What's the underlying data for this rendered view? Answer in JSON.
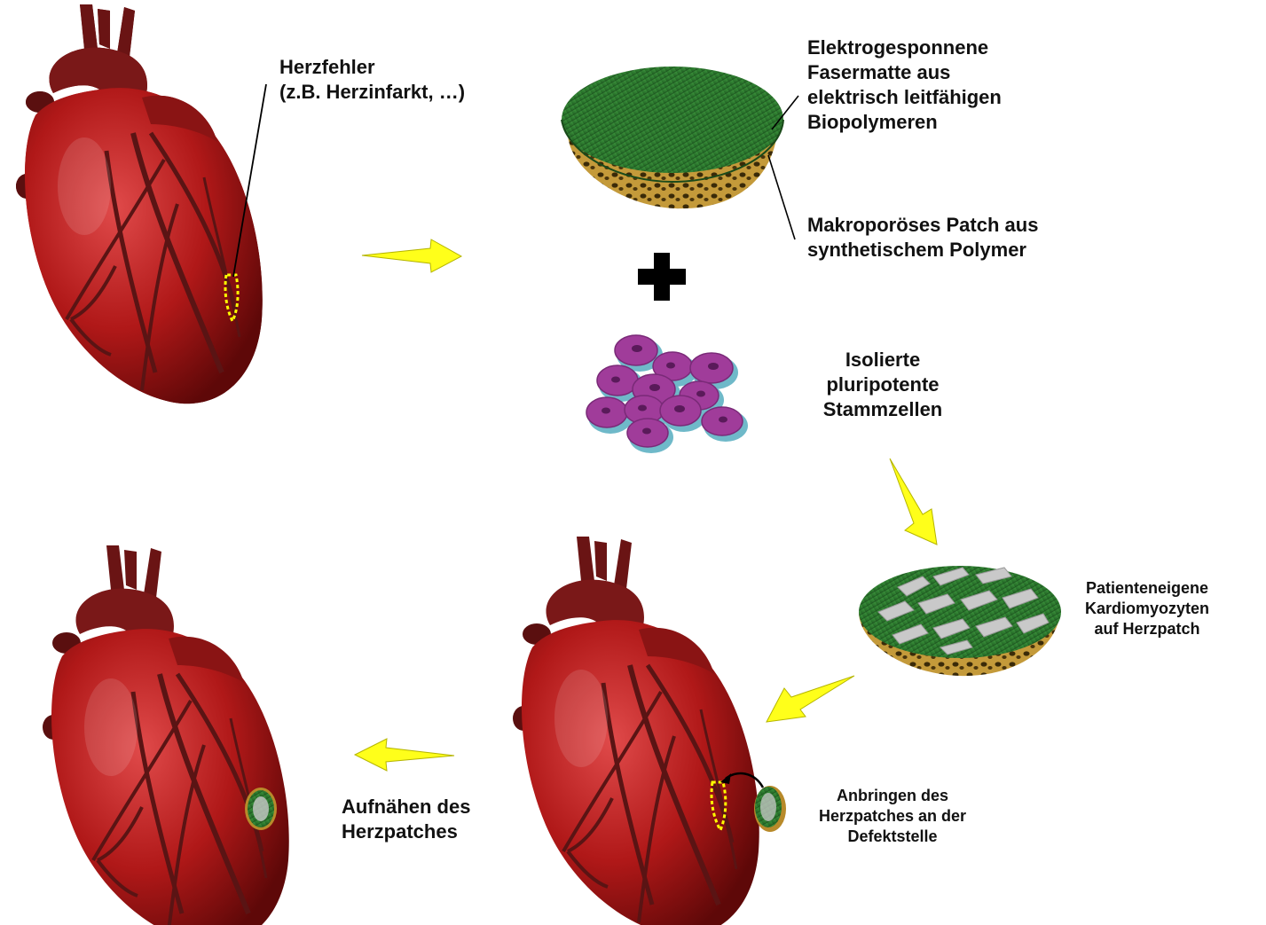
{
  "labels": {
    "defect": "Herzfehler\n(z.B. Herzinfarkt, …)",
    "fiber_mat": "Elektrogesponnene\nFasermatte aus\nelektrisch leitfähigen\nBiopolymeren",
    "macroporous": "Makroporöses Patch aus\nsynthetischem Polymer",
    "stem_cells": "Isolierte\npluripotente\nStammzellen",
    "cardiomyocytes": "Patienteneigene\nKardiomyozyten\nauf  Herzpatch",
    "attach": "Anbringen des\nHerzpatches an der\nDefektstelle",
    "suture": "Aufnähen des\nHerzpatches"
  },
  "colors": {
    "arrow": "#ffff1a",
    "heart": "#b01818",
    "heart_dark": "#6e0c0c",
    "vessel": "#5a1414",
    "mat": "#2e7d2e",
    "scaffold": "#b88a2a",
    "cell": "#a03c9a",
    "cell_shadow": "#6fb9c9",
    "defect": "#ffff00",
    "cardio": "#c9c9c9"
  },
  "icons": [
    "heart-icon",
    "patch-icon",
    "plus-icon",
    "cells-icon",
    "arrow-icon"
  ]
}
